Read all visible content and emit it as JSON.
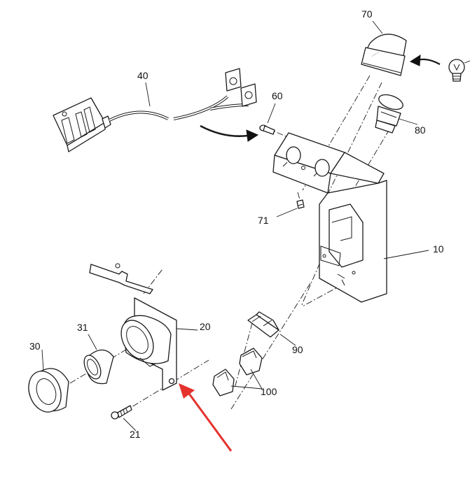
{
  "parts": [
    {
      "id": "p70",
      "label": "70",
      "icon": "lamp-cap-icon"
    },
    {
      "id": "p40",
      "label": "40",
      "icon": "connector-harness-icon"
    },
    {
      "id": "p60",
      "label": "60",
      "icon": "screw-icon"
    },
    {
      "id": "p80",
      "label": "80",
      "icon": "lamp-socket-icon"
    },
    {
      "id": "p71",
      "label": "71",
      "icon": "screw-icon"
    },
    {
      "id": "p10",
      "label": "10",
      "icon": "bracket-housing-icon"
    },
    {
      "id": "p20",
      "label": "20",
      "icon": "mounting-plate-icon"
    },
    {
      "id": "p31",
      "label": "31",
      "icon": "ring-icon"
    },
    {
      "id": "p30",
      "label": "30",
      "icon": "bezel-ring-icon"
    },
    {
      "id": "p90",
      "label": "90",
      "icon": "clip-icon"
    },
    {
      "id": "p100",
      "label": "100",
      "icon": "clip-pair-icon"
    },
    {
      "id": "p21",
      "label": "21",
      "icon": "bolt-icon"
    }
  ],
  "colors": {
    "line": "#1a1a1a",
    "highlight_arrow": "#e5322d",
    "background": "#ffffff"
  }
}
